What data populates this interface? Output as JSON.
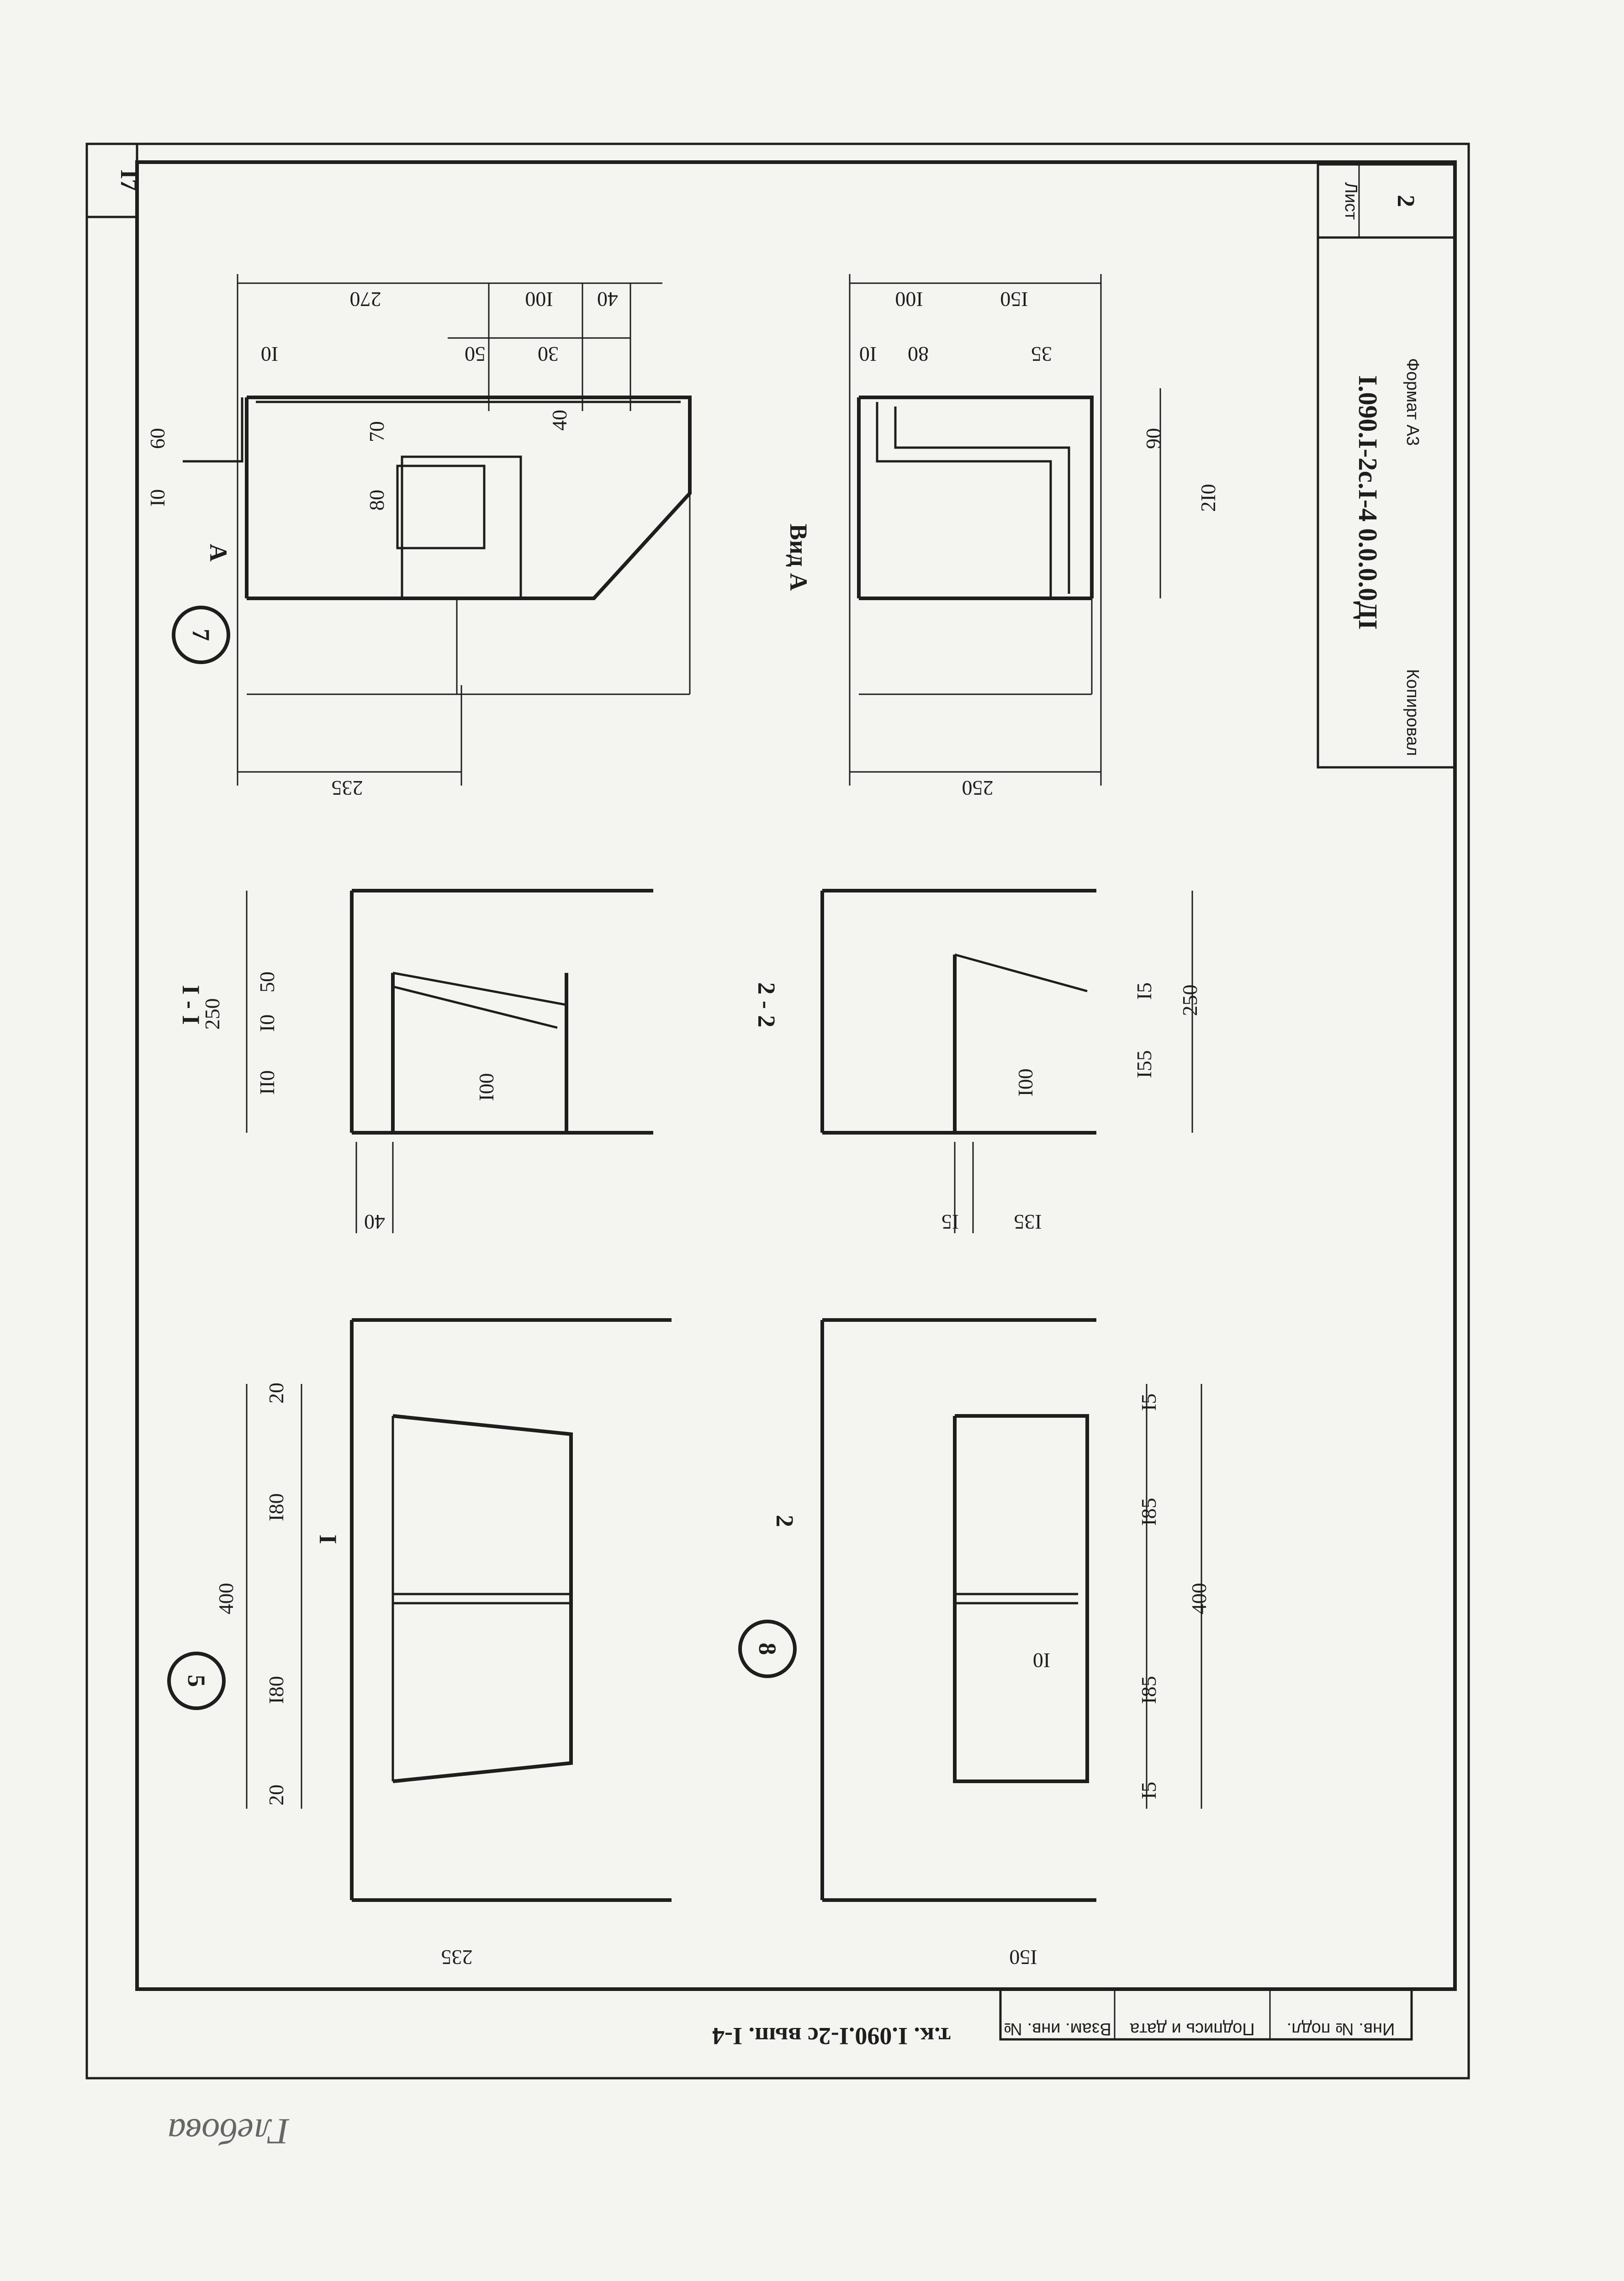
{
  "sheet": {
    "page_number": "I7",
    "sheet_label": "Лист",
    "sheet_number": "2",
    "document_code": "I.090.I-2c.I-4 0.0.0.0ДI",
    "copied_label": "Копировал",
    "format_label": "Формат А3",
    "bottom_code": "т.к. I.090.I-2с вып. I-4",
    "handwriting": "Глебова",
    "stamp_columns": [
      "Инв. № подл.",
      "Подпись и дата",
      "Взам. инв. №"
    ]
  },
  "details": {
    "detail_7": {
      "marker": "7",
      "view_label": "Вид А",
      "arrow_label": "А",
      "top_dims": [
        "I0",
        "60",
        "270",
        "I00",
        "40"
      ],
      "inner_dims": [
        "I0",
        "50",
        "30",
        "70",
        "80",
        "40"
      ],
      "bottom_dim": "235",
      "view_dims": [
        "I00",
        "I50",
        "I0",
        "80",
        "35",
        "90",
        "2I0",
        "250"
      ]
    },
    "section_1_1": {
      "title": "I - I",
      "dims": [
        "250",
        "50",
        "I0",
        "II0",
        "I00",
        "40"
      ]
    },
    "section_2_2": {
      "title": "2 - 2",
      "dims": [
        "I5",
        "I55",
        "250",
        "I00",
        "I5",
        "I35"
      ]
    },
    "detail_5": {
      "marker": "5",
      "section_mark": "I",
      "dims": [
        "20",
        "I80",
        "400",
        "I80",
        "20",
        "235"
      ]
    },
    "detail_8": {
      "marker": "8",
      "section_mark": "2",
      "dims": [
        "I5",
        "I85",
        "400",
        "I85",
        "I5",
        "I0",
        "I50"
      ]
    }
  }
}
